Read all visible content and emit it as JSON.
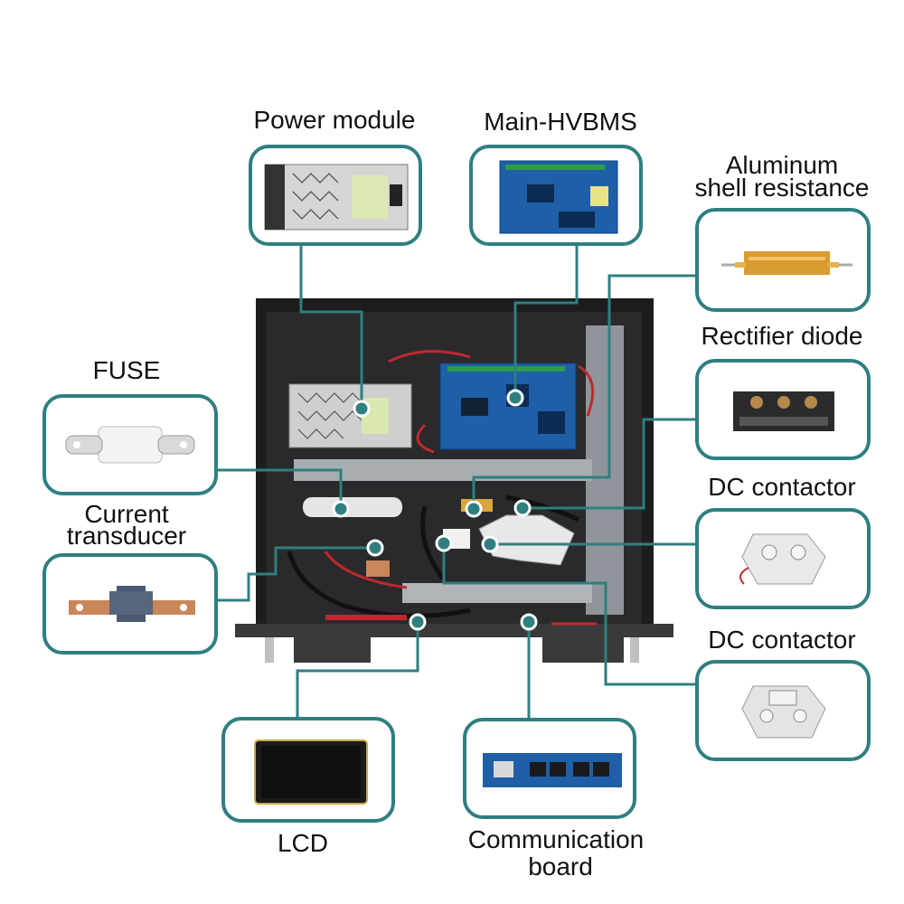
{
  "labels": {
    "power_module": "Power module",
    "main_hvbms": "Main-HVBMS",
    "aluminum_1": "Aluminum",
    "aluminum_2": "shell resistance",
    "rectifier_diode": "Rectifier diode",
    "fuse": "FUSE",
    "current_1": "Current",
    "current_2": "transducer",
    "dc_contactor_1": "DC contactor",
    "dc_contactor_2": "DC contactor",
    "lcd": "LCD",
    "comm_1": "Communication",
    "comm_2": "board"
  },
  "colors": {
    "frame": "#2f7f80",
    "enclosure": "#1d1d1f",
    "panel_inner": "#2a2a2c",
    "pcb": "#1f5fa8",
    "copper": "#c9865a"
  }
}
